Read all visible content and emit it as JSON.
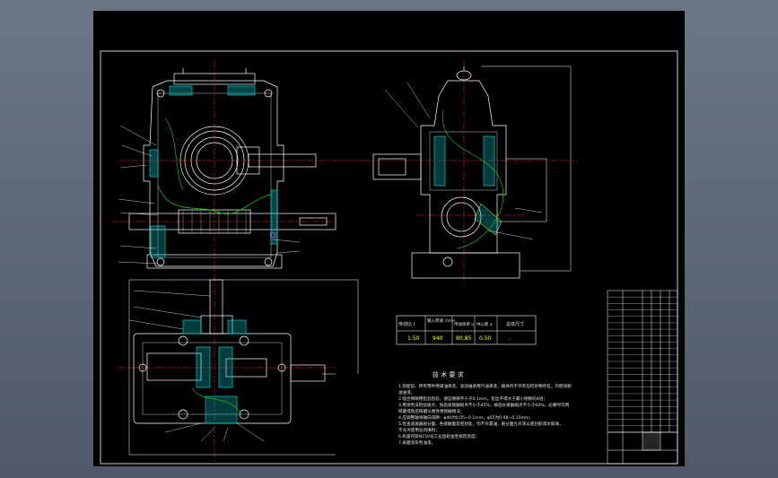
{
  "colors": {
    "background": "#5b6675",
    "sheet": "#000000",
    "outline": "#ffffff",
    "centerline": "#ff2020",
    "hatch": "#00c8c8",
    "break_line": "#00e000",
    "highlight": "#ffff00",
    "accent": "#ff40ff"
  },
  "spec_table": {
    "headers": [
      "传动比 i",
      "输入转速\nr/min",
      "传动效率 η",
      "中心距 a",
      "总体尺寸"
    ],
    "values": [
      "1:50",
      "940",
      "80.85",
      "0.50",
      "..."
    ]
  },
  "notes": {
    "title": "技 术 要 求",
    "lines": [
      "1.装配前，所有零件用煤油清洗，滚动轴承用汽油清洗，箱体内不许有任何杂物存在，内壁涂耐",
      "  油油漆；",
      "2.啮合侧隙用铅丝检验，保证侧隙不小于0.1mm，铅丝不得大于最小侧隙的4倍；",
      "3.用涂色法检验斑点，按齿高接触斑点不小于45%，按齿长接触斑点不小于60%，必要时可用",
      "  研磨或刮后研磨以便改善接触情况；",
      "4.应调整轴承轴向间隙：φ40为0.05~0.1mm，φ55为0.08~0.15mm；",
      "5.检查减速器剖分面、各接触面及密封处，均不许漏油，剖分面允许涂以密封胶或水玻璃，",
      "  不允许使用任何填料；",
      "6.机座内装N150号工业齿轮油至规定高度；",
      "7.表面涂灰色油漆。"
    ]
  },
  "title_block": {
    "rows": 22
  }
}
